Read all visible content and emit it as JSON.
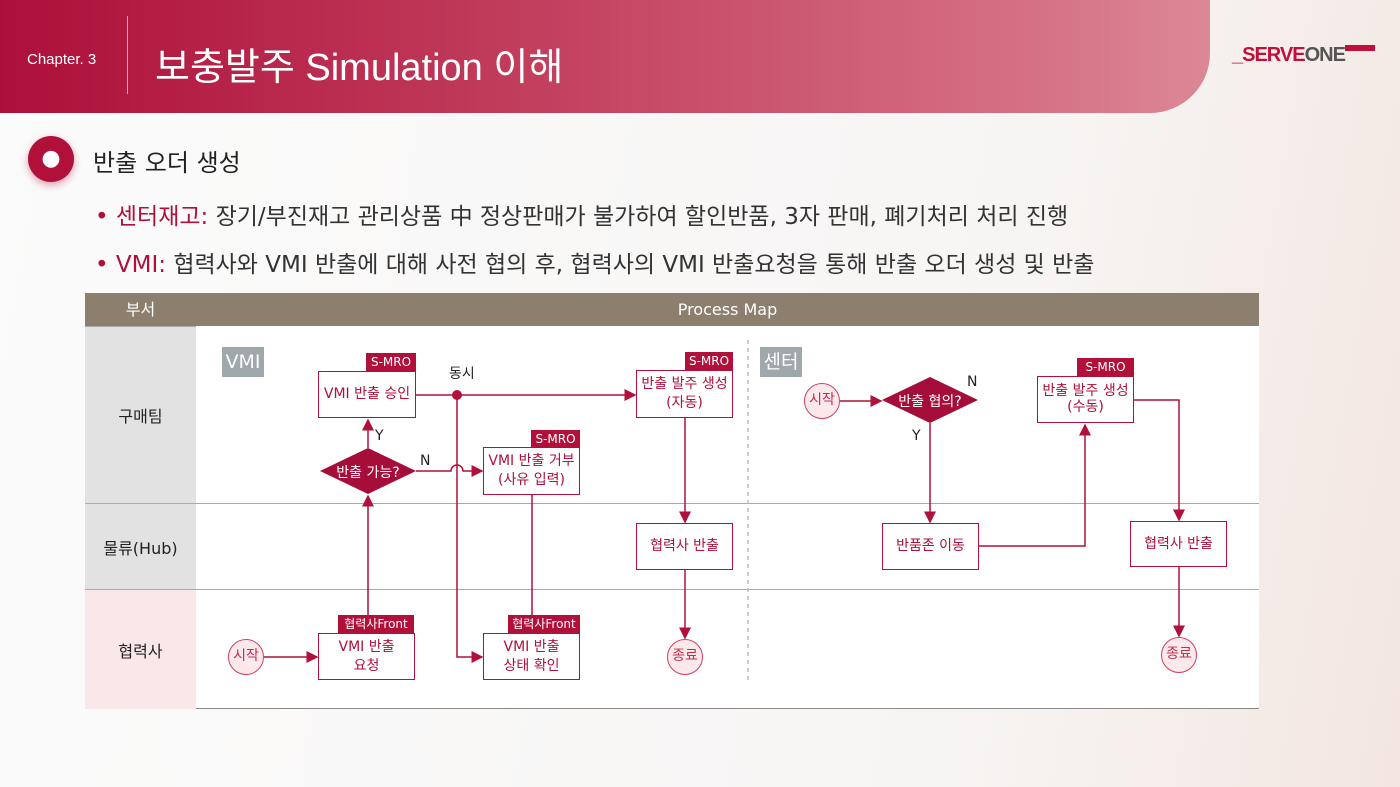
{
  "header": {
    "chapter": "Chapter. 3",
    "title": "보충발주 Simulation 이해",
    "logo_a": "_SERVE",
    "logo_b": "ONE"
  },
  "section": {
    "icon": "lightbulb-icon",
    "heading": "반출 오더 생성"
  },
  "bullets": [
    {
      "key": "센터재고:",
      "text": " 장기/부진재고 관리상품 中 정상판매가 불가하여 할인반품, 3자 판매, 폐기처리 처리 진행"
    },
    {
      "key": "VMI:",
      "text": " 협력사와 VMI 반출에 대해 사전 협의 후, 협력사의 VMI 반출요청을 통해 반출 오더 생성 및 반출"
    }
  ],
  "table": {
    "col1": "부서",
    "col2": "Process Map",
    "rows": [
      "구매팀",
      "물류(Hub)",
      "협력사"
    ]
  },
  "diagram": {
    "vmi_label": "VMI",
    "center_label": "센터",
    "smro": "S-MRO",
    "partner_front": "협력사Front",
    "vmi_approve": "VMI 반출 승인",
    "simultaneous": "동시",
    "auto_order_1": "반출 발주 생성",
    "auto_order_2": "(자동)",
    "decision_possible": "반출 가능?",
    "yes": "Y",
    "no": "N",
    "reject_1": "VMI 반출 거부",
    "reject_2": "(사유 입력)",
    "start": "시작",
    "end": "종료",
    "request_1": "VMI 반출",
    "request_2": "요청",
    "status_1": "VMI 반출",
    "status_2": "상태 확인",
    "partner_ship": "협력사 반출",
    "decision_agree": "반출 협의?",
    "manual_order_1": "반출 발주 생성",
    "manual_order_2": "(수동)",
    "return_zone": "반품존 이동"
  },
  "colors": {
    "accent": "#b0103a",
    "header_row": "#8c7f6e"
  }
}
